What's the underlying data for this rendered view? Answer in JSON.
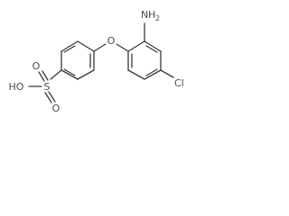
{
  "molecule": {
    "labels": {
      "amine_n": "N",
      "amine_h": "H",
      "amine_sub": "2",
      "ether_o": "O",
      "chlorine": "Cl",
      "hydroxyl": "HO",
      "sulfur": "S",
      "sulfonyl_o_top": "O",
      "sulfonyl_o_bottom": "O"
    }
  }
}
